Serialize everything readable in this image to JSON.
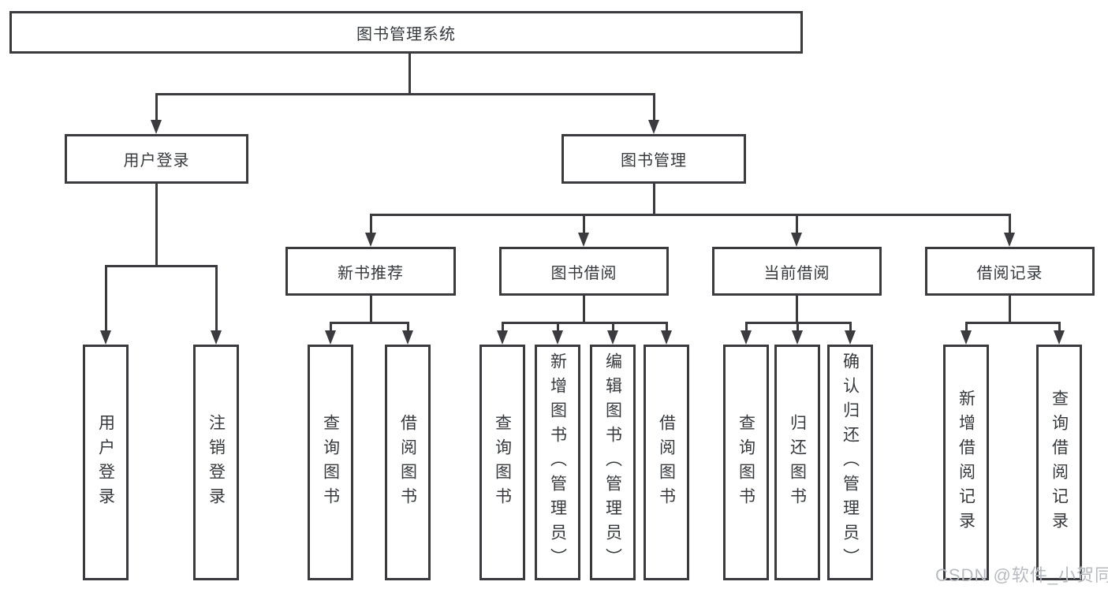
{
  "diagram_type": "hierarchy-org-chart",
  "colors": {
    "line": "#3b3b3f",
    "box_border": "#3b3b3f",
    "text": "#36393d",
    "background": "#ffffff",
    "watermark": "#b6bbc1"
  },
  "tree": {
    "label": "图书管理系统",
    "children": [
      {
        "label": "用户登录",
        "children": [
          {
            "label": "用户登录"
          },
          {
            "label": "注销登录"
          }
        ]
      },
      {
        "label": "图书管理",
        "children": [
          {
            "label": "新书推荐",
            "children": [
              {
                "label": "查询图书"
              },
              {
                "label": "借阅图书"
              }
            ]
          },
          {
            "label": "图书借阅",
            "children": [
              {
                "label": "查询图书"
              },
              {
                "label": "新增图书（管理员）"
              },
              {
                "label": "编辑图书（管理员）"
              },
              {
                "label": "借阅图书"
              }
            ]
          },
          {
            "label": "当前借阅",
            "children": [
              {
                "label": "查询图书"
              },
              {
                "label": "归还图书"
              },
              {
                "label": "确认归还（管理员）"
              }
            ]
          },
          {
            "label": "借阅记录",
            "children": [
              {
                "label": "新增借阅记录"
              },
              {
                "label": "查询借阅记录"
              }
            ]
          }
        ]
      }
    ]
  },
  "watermark": {
    "text": "CSDN @软件_小贺同学"
  }
}
